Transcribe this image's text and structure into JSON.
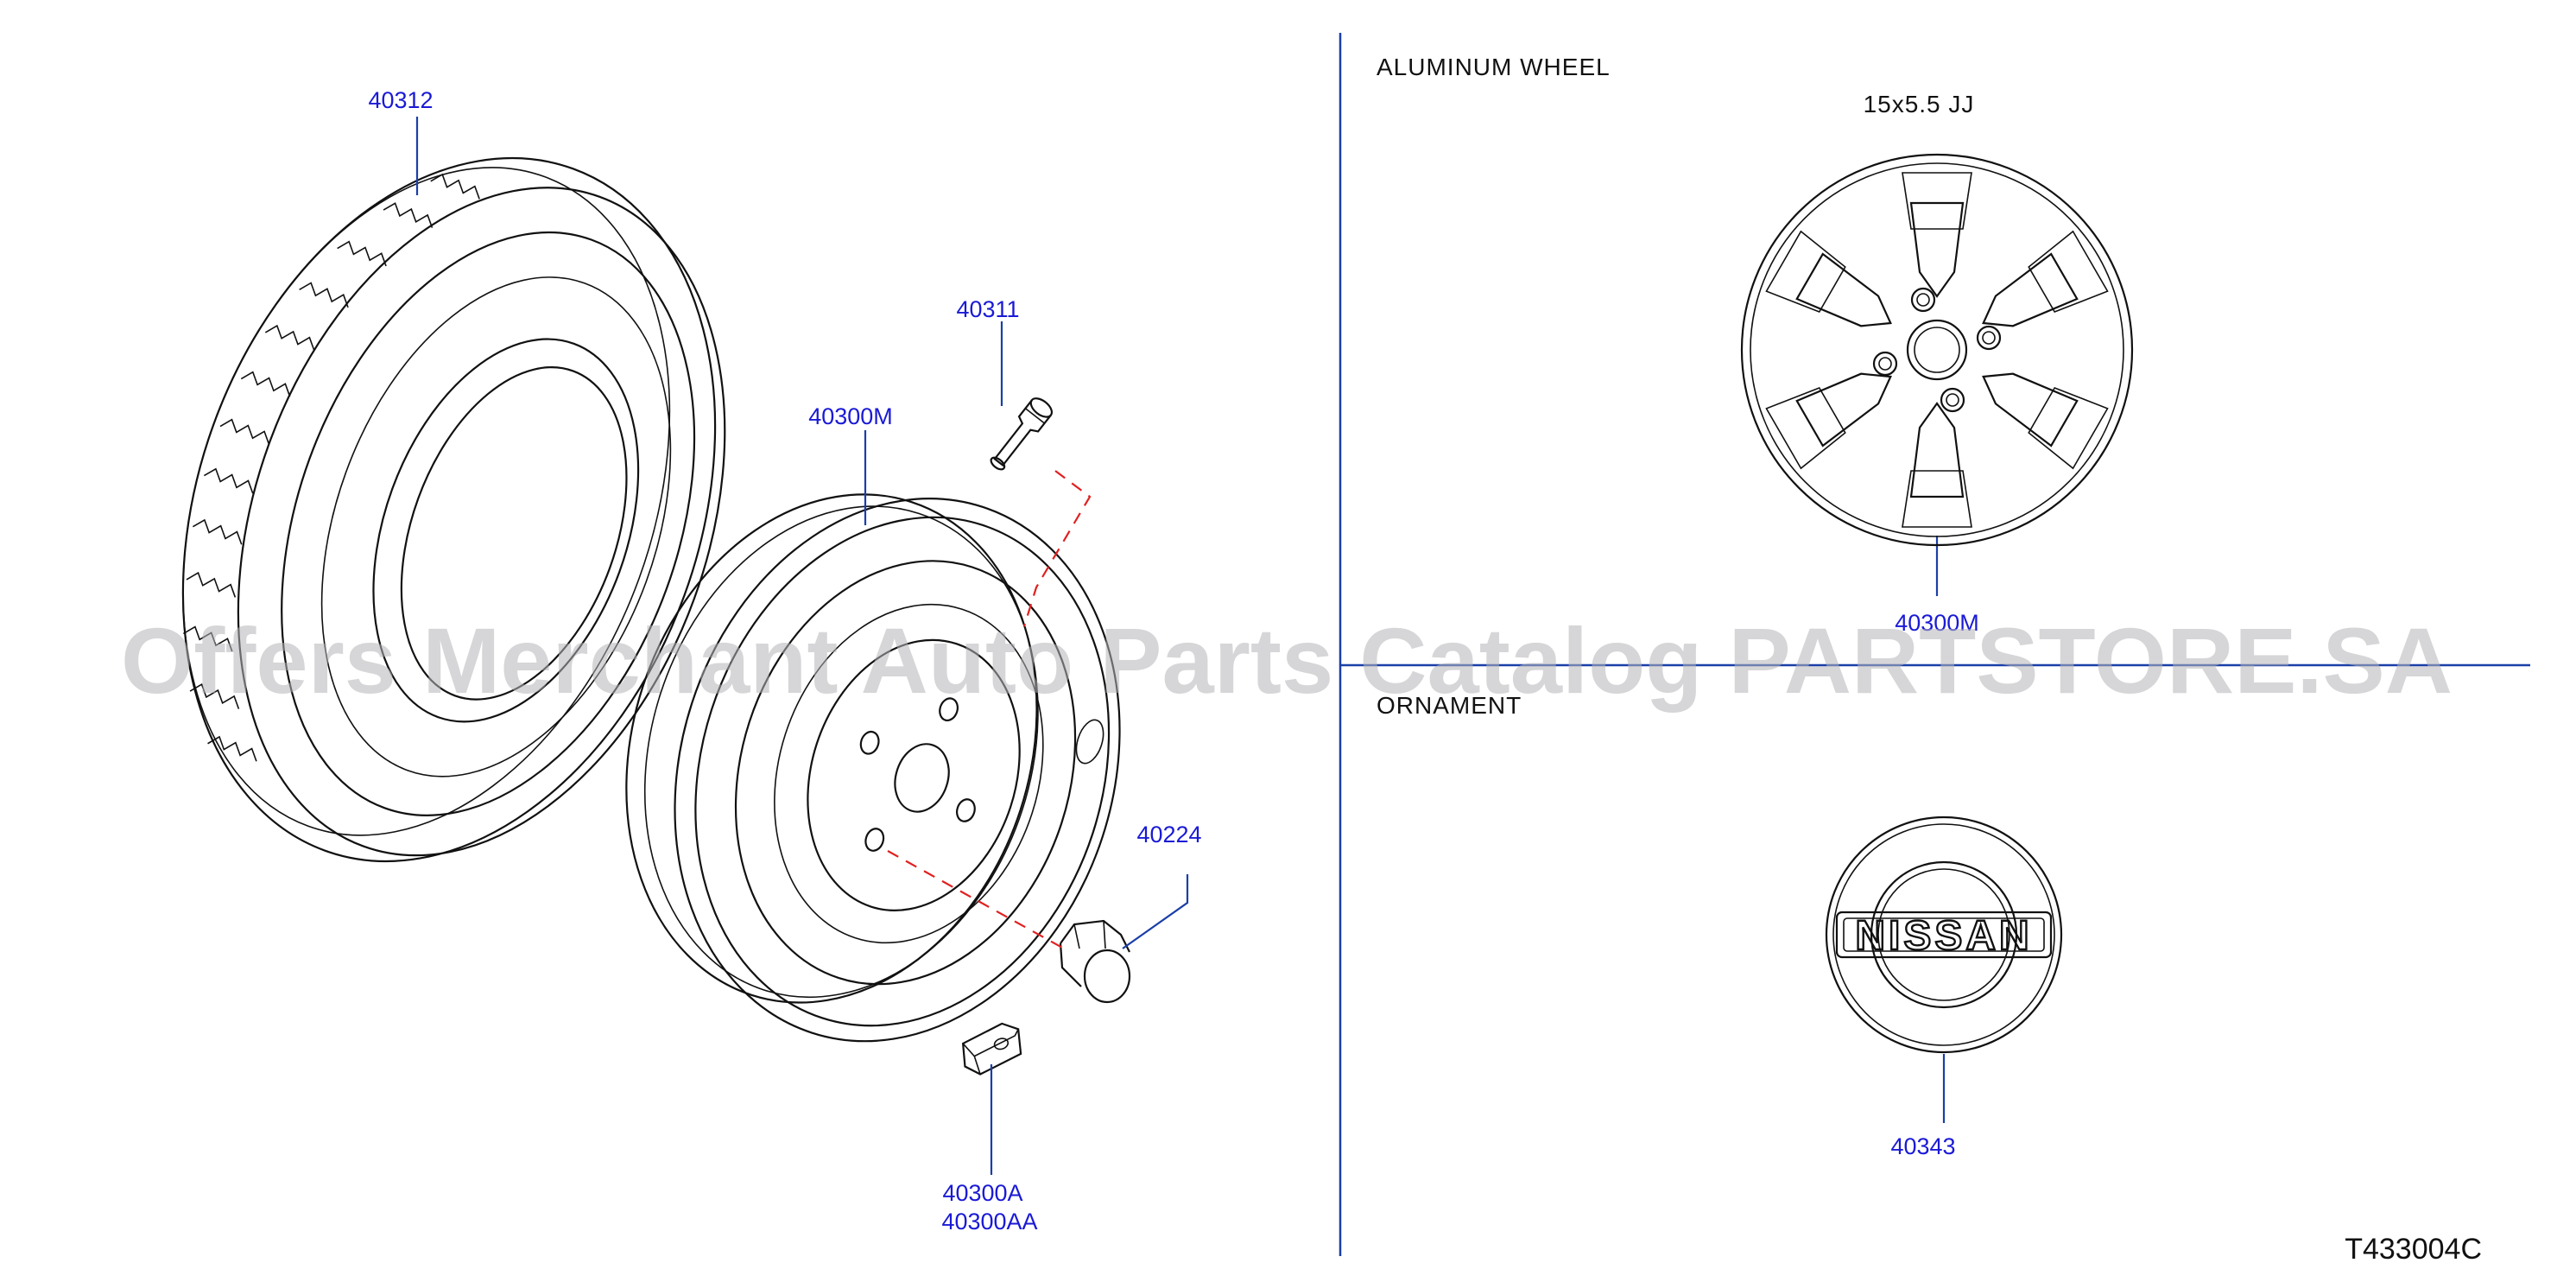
{
  "sections": {
    "aluminum_wheel": "ALUMINUM   WHEEL",
    "wheel_size": "15x5.5   JJ",
    "ornament": "ORNAMENT"
  },
  "callouts": {
    "tire": "40312",
    "valve": "40311",
    "steel_wheel": "40300M",
    "nut": "40224",
    "weight_a": "40300A",
    "weight_aa": "40300AA",
    "alloy_wheel": "40300M",
    "ornament": "40343"
  },
  "logo": "NISSAN",
  "diagram_ref": "T433004C",
  "watermark": "Offers Merchant Auto Parts Catalog PARTSTORE.SA",
  "colors": {
    "callout": "#1a1ad6",
    "leader": "#1a3fa8",
    "dashed_guide": "#e02020",
    "watermark": "#b4b4b8"
  }
}
